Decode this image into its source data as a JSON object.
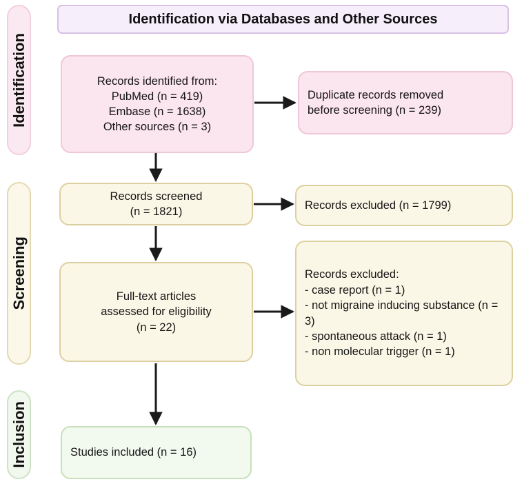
{
  "header": {
    "title": "Identification via Databases and Other Sources"
  },
  "stages": [
    {
      "id": "identification",
      "label": "Identification",
      "color": "#fbe9f2"
    },
    {
      "id": "screening",
      "label": "Screening",
      "color": "#fbf8ea"
    },
    {
      "id": "inclusion",
      "label": "Inclusion",
      "color": "#f1f8ee"
    }
  ],
  "boxes": {
    "records_identified": {
      "lines": [
        "Records identified from:",
        "PubMed (n = 419)",
        "Embase (n = 1638)",
        "Other sources (n = 3)"
      ]
    },
    "duplicates_removed": {
      "lines": [
        "Duplicate records removed",
        "before screening (n = 239)"
      ]
    },
    "records_screened": {
      "lines": [
        "Records screened",
        "(n = 1821)"
      ]
    },
    "records_excluded": {
      "lines": [
        "Records excluded (n = 1799)"
      ]
    },
    "fulltext_assessed": {
      "lines": [
        "Full-text articles",
        "assessed for eligibility",
        "(n = 22)"
      ]
    },
    "excluded_detail": {
      "lines": [
        "Records excluded:",
        "- case report (n = 1)",
        "- not migraine inducing substance (n = 3)",
        "- spontaneous attack (n = 1)",
        "- non molecular trigger (n = 1)"
      ]
    },
    "studies_included": {
      "lines": [
        "Studies included (n = 16)"
      ]
    }
  },
  "colors": {
    "identification_fill": "#fbe5ee",
    "identification_border": "#f0c6d9",
    "screening_fill": "#fbf7e6",
    "screening_border": "#ddd0a0",
    "inclusion_fill": "#f2f9ee",
    "inclusion_border": "#c7e0bc",
    "banner_fill": "#f7eefb",
    "banner_border": "#d8c0e6",
    "arrow": "#1a1a1a"
  },
  "arrows": [
    {
      "name": "identified-to-duplicates",
      "direction": "right"
    },
    {
      "name": "identified-to-screened",
      "direction": "down"
    },
    {
      "name": "screened-to-excluded",
      "direction": "right"
    },
    {
      "name": "screened-to-fulltext",
      "direction": "down"
    },
    {
      "name": "fulltext-to-excluded",
      "direction": "right"
    },
    {
      "name": "fulltext-to-included",
      "direction": "down"
    }
  ]
}
